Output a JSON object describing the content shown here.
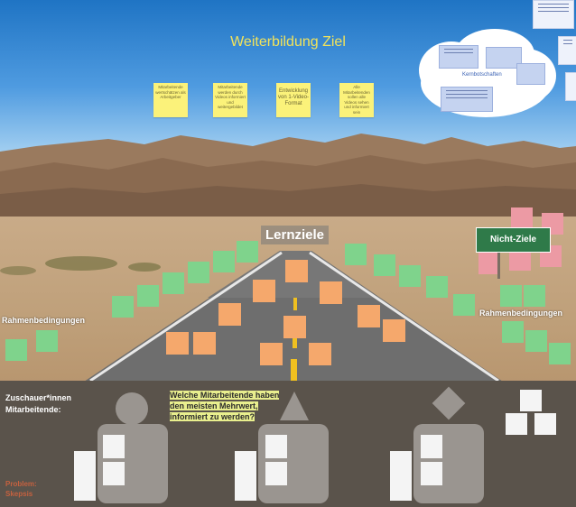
{
  "title": "Weiterbildung Ziel",
  "sticky_notes": [
    "Mitarbeitende wertschätzen als Arbeitgeber",
    "Mitarbeitende werden durch Videos informiert und weitergebildet",
    "Entwicklung von 1-Video-Format",
    "Alle Mitarbeitenden sollen alle Videos sehen und informiert sein"
  ],
  "cloud_label": "Kernbotschaften",
  "lernziele_label": "Lernziele",
  "nicht_ziele_label": "Nicht-Ziele",
  "rahmen_left": "Rahmenbedingungen",
  "rahmen_right": "Rahmenbedingungen",
  "audience_label": "Zuschauer*innen Mitarbeitende:",
  "question": "Welche Mitarbeitende haben den meisten Mehrwert, informiert zu werden?",
  "problem": "Problem: Skepsis",
  "colors": {
    "sticky_yellow": "#fbf27a",
    "green_note": "#7fd38c",
    "orange_note": "#f5a86c",
    "pink_note": "#ec9aa4",
    "sign_green": "#2f7a49",
    "bottom_panel": "#5a534b"
  }
}
